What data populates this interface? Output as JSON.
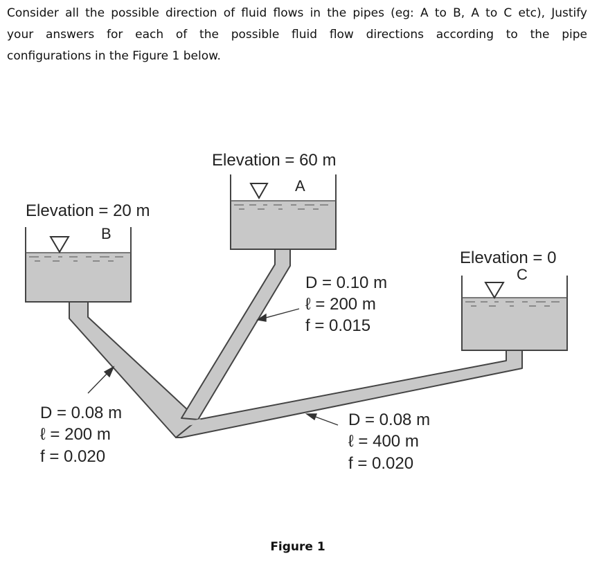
{
  "question": {
    "line1": "Consider all the possible direction of fluid flows in the pipes (eg: A to B, A to C etc), Justify",
    "line2": "your answers for each of the possible fluid flow directions according to the pipe",
    "line3": "configurations in the Figure 1 below."
  },
  "reservoirs": {
    "A": {
      "elevation_label": "Elevation = 60 m",
      "name": "A"
    },
    "B": {
      "elevation_label": "Elevation = 20 m",
      "name": "B"
    },
    "C": {
      "elevation_label": "Elevation = 0",
      "name": "C"
    }
  },
  "pipes": {
    "A": {
      "d_label": "D = 0.10 m",
      "l_label": "ℓ = 200 m",
      "f_label": "f = 0.015"
    },
    "B": {
      "d_label": "D = 0.08 m",
      "l_label": "ℓ = 200 m",
      "f_label": "f = 0.020"
    },
    "C": {
      "d_label": "D = 0.08 m",
      "l_label": "ℓ = 400 m",
      "f_label": "f = 0.020"
    }
  },
  "caption": "Figure 1",
  "colors": {
    "water": "#c8c8c8",
    "outline": "#444444",
    "text": "#222222"
  }
}
